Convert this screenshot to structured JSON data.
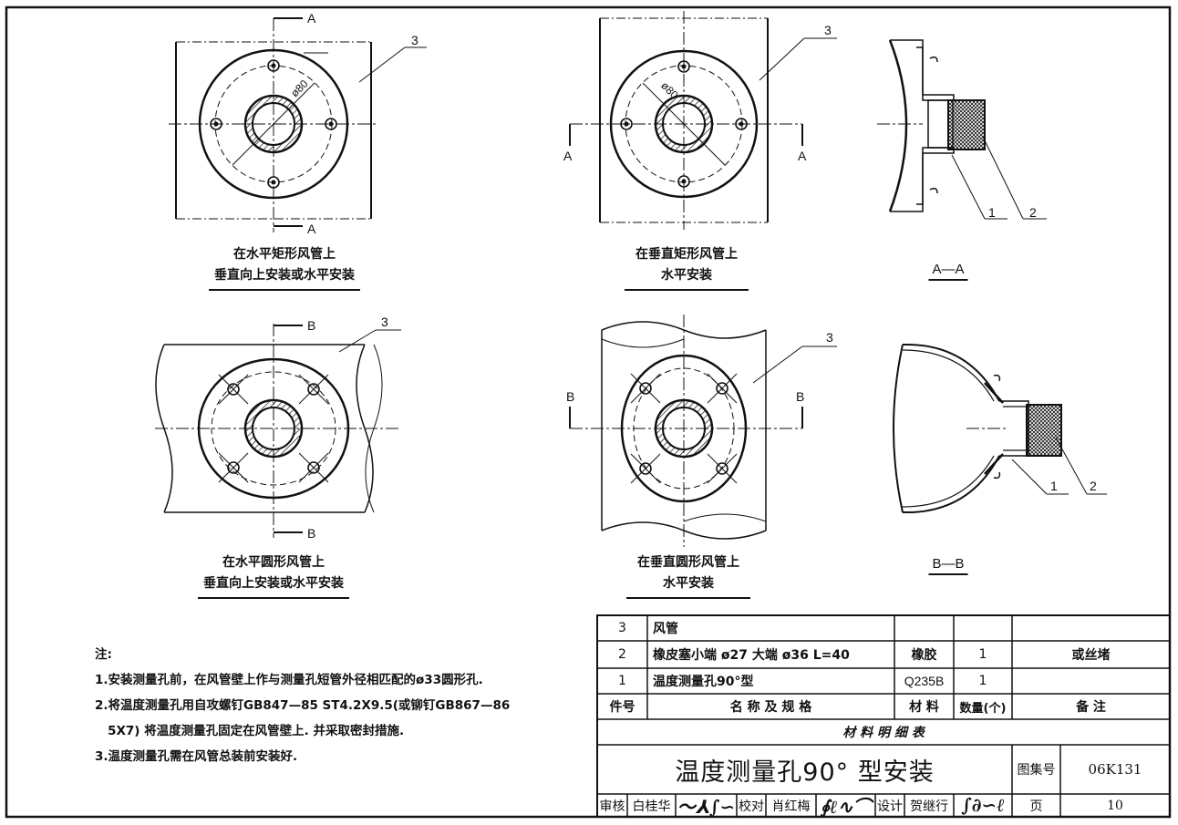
{
  "views": {
    "v1": {
      "caption_line1": "在水平矩形风管上",
      "caption_line2": "垂直向上安装或水平安装",
      "section_mark": "A",
      "item_ref": "3",
      "dia_label": "ø80"
    },
    "v2": {
      "caption_line1": "在垂直矩形风管上",
      "caption_line2": "水平安装",
      "section_mark": "A",
      "item_ref": "3",
      "dia_label": "ø80"
    },
    "v3": {
      "caption_line1": "在水平圆形风管上",
      "caption_line2": "垂直向上安装或水平安装",
      "section_mark": "B",
      "item_ref": "3"
    },
    "v4": {
      "caption_line1": "在垂直圆形风管上",
      "caption_line2": "水平安装",
      "section_mark": "B",
      "item_ref": "3"
    },
    "section_aa": {
      "title": "A—A",
      "ref1": "1",
      "ref2": "2"
    },
    "section_bb": {
      "title": "B—B",
      "ref1": "1",
      "ref2": "2"
    }
  },
  "notes": {
    "heading": "注:",
    "lines": [
      "1.安装测量孔前，在风管壁上作与测量孔短管外径相匹配的ø33圆形孔.",
      "2.将温度测量孔用自攻螺钉GB847—85  ST4.2X9.5(或铆钉GB867—86",
      "   5X7) 将温度测量孔固定在风管壁上. 并采取密封措施.",
      "3.温度测量孔需在风管总装前安装好."
    ]
  },
  "bom": {
    "rows": [
      {
        "no": "3",
        "name": "风管",
        "material": "",
        "qty": "",
        "remark": ""
      },
      {
        "no": "2",
        "name": "橡皮塞小端 ø27  大端 ø36   L=40",
        "material": "橡胶",
        "qty": "1",
        "remark": "或丝堵"
      },
      {
        "no": "1",
        "name": "温度测量孔90°型",
        "material": "Q235B",
        "qty": "1",
        "remark": ""
      }
    ],
    "header": {
      "no": "件号",
      "name": "名 称 及 规 格",
      "material": "材 料",
      "qty": "数量(个)",
      "remark": "备 注"
    },
    "table_title": "材 料 明 细 表"
  },
  "title_block": {
    "drawing_title": "温度测量孔90° 型安装",
    "atlas_label": "图集号",
    "atlas_no": "06K131",
    "page_label": "页",
    "page_no": "10",
    "review_label": "审核",
    "reviewer": "白桂华",
    "check_label": "校对",
    "checker": "肖红梅",
    "design_label": "设计",
    "designer": "贺继行"
  }
}
